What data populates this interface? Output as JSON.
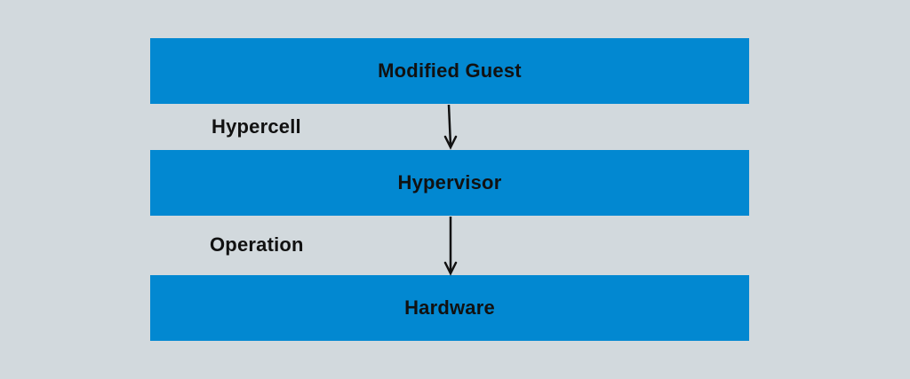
{
  "colors": {
    "background": "#d2d9dd",
    "layer_fill": "#0288d1",
    "text": "#111111",
    "arrow": "#111111"
  },
  "layers": [
    {
      "label": "Modified Guest"
    },
    {
      "label": "Hypervisor"
    },
    {
      "label": "Hardware"
    }
  ],
  "edges": [
    {
      "from": 0,
      "to": 1,
      "label": "Hypercell"
    },
    {
      "from": 1,
      "to": 2,
      "label": "Operation"
    }
  ]
}
